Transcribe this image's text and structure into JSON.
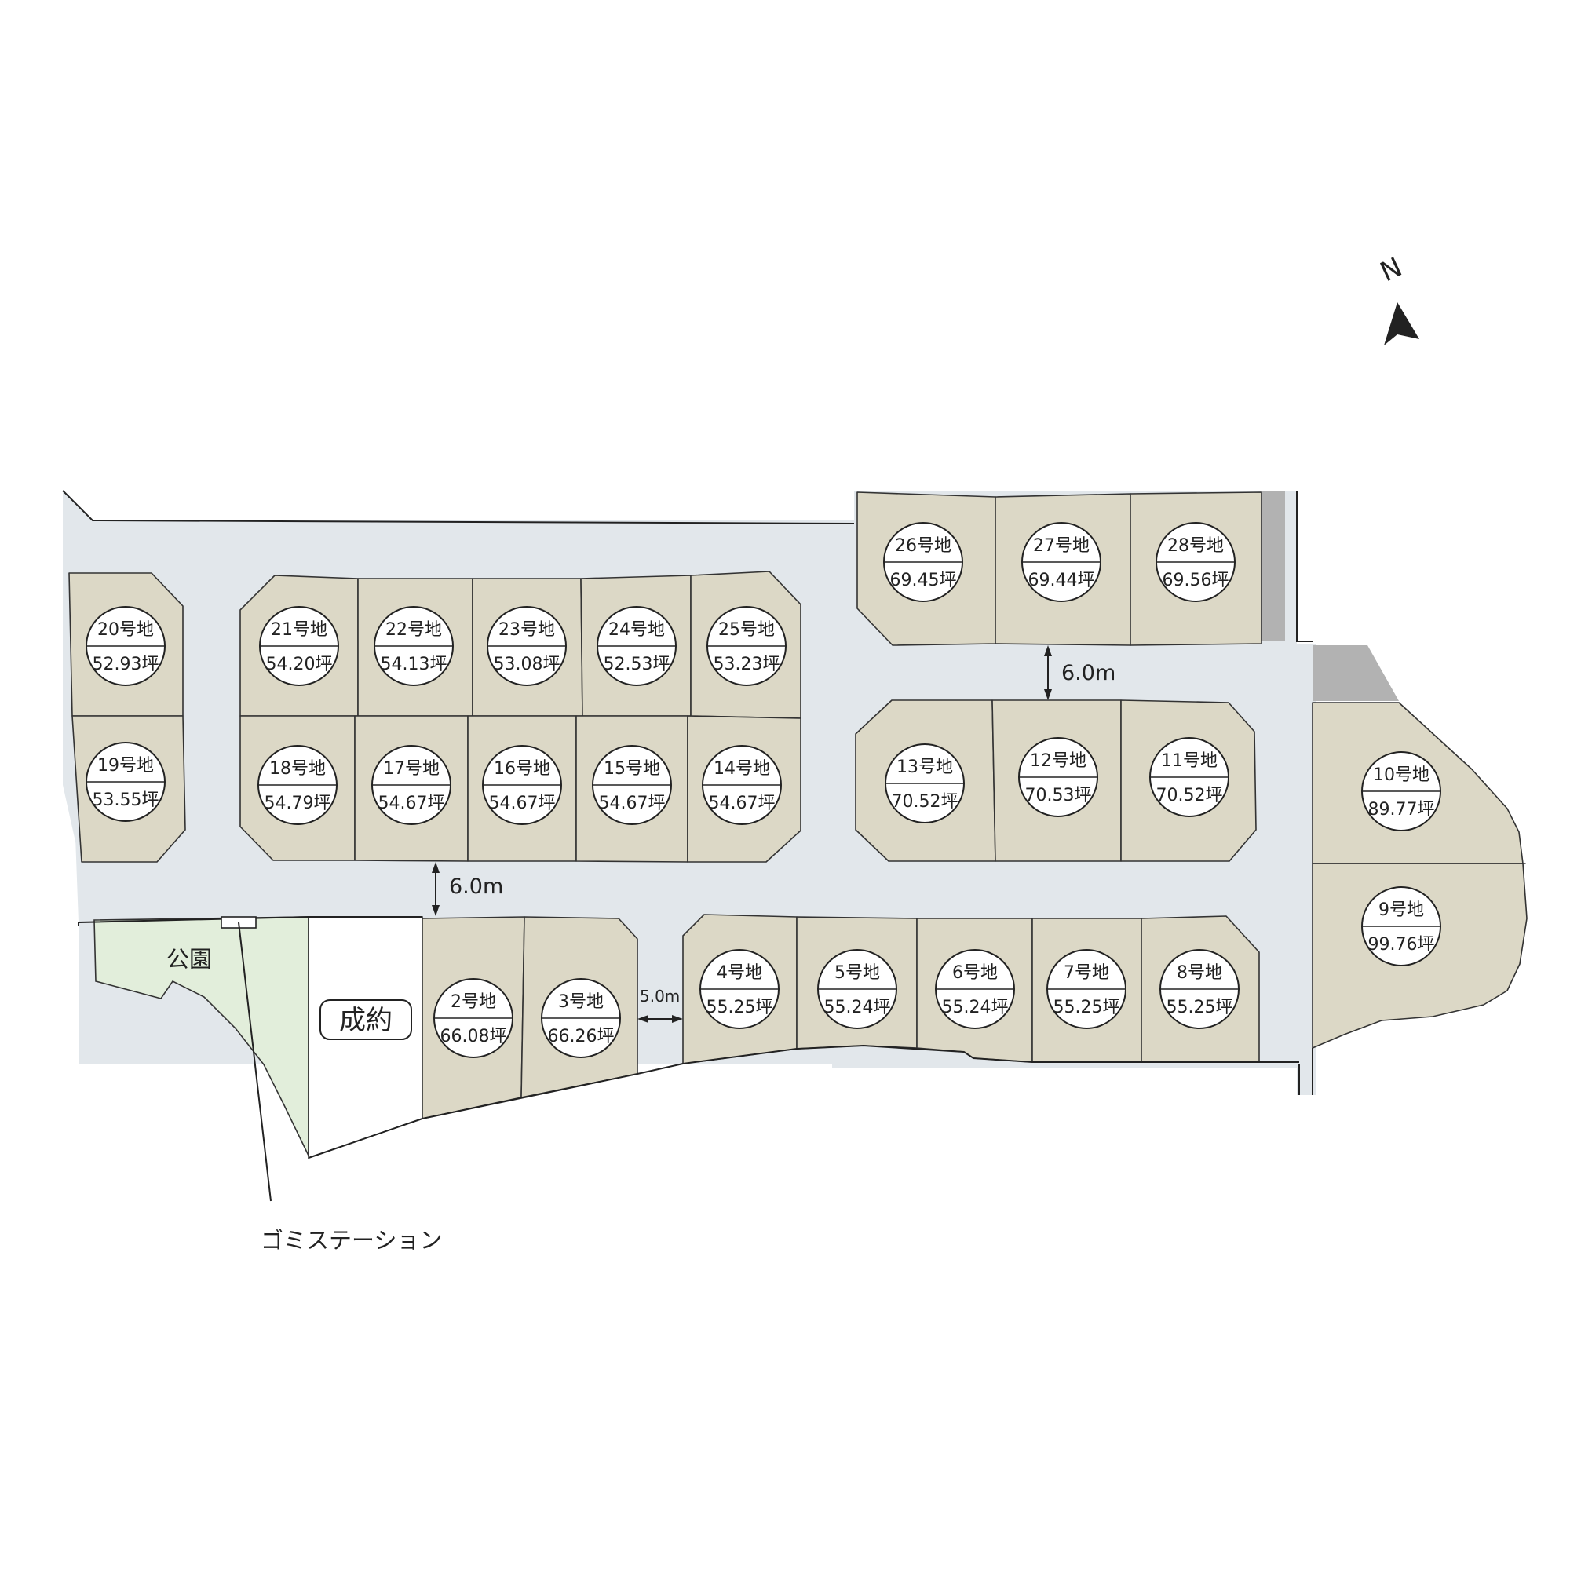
{
  "compass": {
    "label": "N"
  },
  "lots": [
    {
      "id": "20",
      "label": "20号地",
      "area": "52.93坪"
    },
    {
      "id": "19",
      "label": "19号地",
      "area": "53.55坪"
    },
    {
      "id": "21",
      "label": "21号地",
      "area": "54.20坪"
    },
    {
      "id": "22",
      "label": "22号地",
      "area": "54.13坪"
    },
    {
      "id": "23",
      "label": "23号地",
      "area": "53.08坪"
    },
    {
      "id": "24",
      "label": "24号地",
      "area": "52.53坪"
    },
    {
      "id": "25",
      "label": "25号地",
      "area": "53.23坪"
    },
    {
      "id": "18",
      "label": "18号地",
      "area": "54.79坪"
    },
    {
      "id": "17",
      "label": "17号地",
      "area": "54.67坪"
    },
    {
      "id": "16",
      "label": "16号地",
      "area": "54.67坪"
    },
    {
      "id": "15",
      "label": "15号地",
      "area": "54.67坪"
    },
    {
      "id": "14",
      "label": "14号地",
      "area": "54.67坪"
    },
    {
      "id": "26",
      "label": "26号地",
      "area": "69.45坪"
    },
    {
      "id": "27",
      "label": "27号地",
      "area": "69.44坪"
    },
    {
      "id": "28",
      "label": "28号地",
      "area": "69.56坪"
    },
    {
      "id": "13",
      "label": "13号地",
      "area": "70.52坪"
    },
    {
      "id": "12",
      "label": "12号地",
      "area": "70.53坪"
    },
    {
      "id": "11",
      "label": "11号地",
      "area": "70.52坪"
    },
    {
      "id": "10",
      "label": "10号地",
      "area": "89.77坪"
    },
    {
      "id": "9",
      "label": "9号地",
      "area": "99.76坪"
    },
    {
      "id": "2",
      "label": "2号地",
      "area": "66.08坪"
    },
    {
      "id": "3",
      "label": "3号地",
      "area": "66.26坪"
    },
    {
      "id": "4",
      "label": "4号地",
      "area": "55.25坪"
    },
    {
      "id": "5",
      "label": "5号地",
      "area": "55.24坪"
    },
    {
      "id": "6",
      "label": "6号地",
      "area": "55.24坪"
    },
    {
      "id": "7",
      "label": "7号地",
      "area": "55.25坪"
    },
    {
      "id": "8",
      "label": "8号地",
      "area": "55.25坪"
    }
  ],
  "labels": {
    "road_width_upper": "6.0m",
    "road_width_lower": "6.0m",
    "road_width_small": "5.0m",
    "park": "公園",
    "sold": "成約",
    "garbage_station": "ゴミステーション"
  },
  "colors": {
    "road": "#e2e7eb",
    "lot": "#dcd8c6",
    "park": "#e2eedb",
    "sold": "#ffffff",
    "reserved": "#b2b2b2"
  }
}
